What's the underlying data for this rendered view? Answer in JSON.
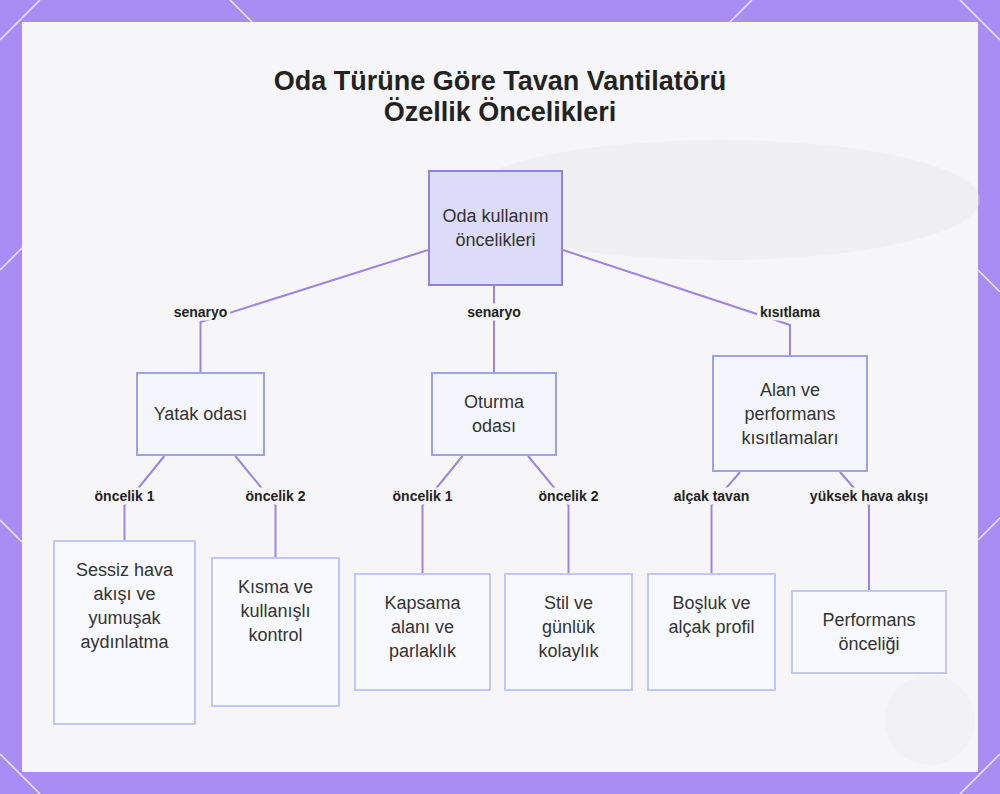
{
  "diagram": {
    "title": "Oda Türüne Göre Tavan Vantilatörü Özellik Öncelikleri",
    "nodes": [
      {
        "text": [
          "Oda kullanım öncelikleri"
        ]
      },
      {
        "text": [
          "Yatak odası"
        ]
      },
      {
        "text": [
          "Oturma odası"
        ]
      },
      {
        "text": [
          "Alan ve performans kısıtlamaları"
        ]
      },
      {
        "text": [
          "Sessiz hava akışı ve yumuşak aydınlatma"
        ]
      },
      {
        "text": [
          "Kısma ve kullanışlı kontrol"
        ]
      },
      {
        "text": [
          "Kapsama alanı ve parlaklık"
        ]
      },
      {
        "text": [
          "Stil ve günlük kolaylık"
        ]
      },
      {
        "text": [
          "Boşluk ve alçak profil"
        ]
      },
      {
        "text": [
          "Performans önceliği"
        ]
      }
    ],
    "edges": [
      {
        "from": 0,
        "to": 1,
        "label": "senaryo",
        "arrow": "none"
      },
      {
        "from": 0,
        "to": 2,
        "label": "senaryo",
        "arrow": "none"
      },
      {
        "from": 0,
        "to": 3,
        "label": "kısıtlama",
        "arrow": "none"
      },
      {
        "from": 1,
        "to": 4,
        "label": "öncelik 1",
        "arrow": "none"
      },
      {
        "from": 1,
        "to": 5,
        "label": "öncelik 2",
        "arrow": "none"
      },
      {
        "from": 2,
        "to": 6,
        "label": "öncelik 1",
        "arrow": "none"
      },
      {
        "from": 2,
        "to": 7,
        "label": "öncelik 2",
        "arrow": "none"
      },
      {
        "from": 3,
        "to": 8,
        "label": "alçak tavan",
        "arrow": "none"
      },
      {
        "from": 3,
        "to": 9,
        "label": "yüksek hava akışı",
        "arrow": "none"
      }
    ]
  }
}
